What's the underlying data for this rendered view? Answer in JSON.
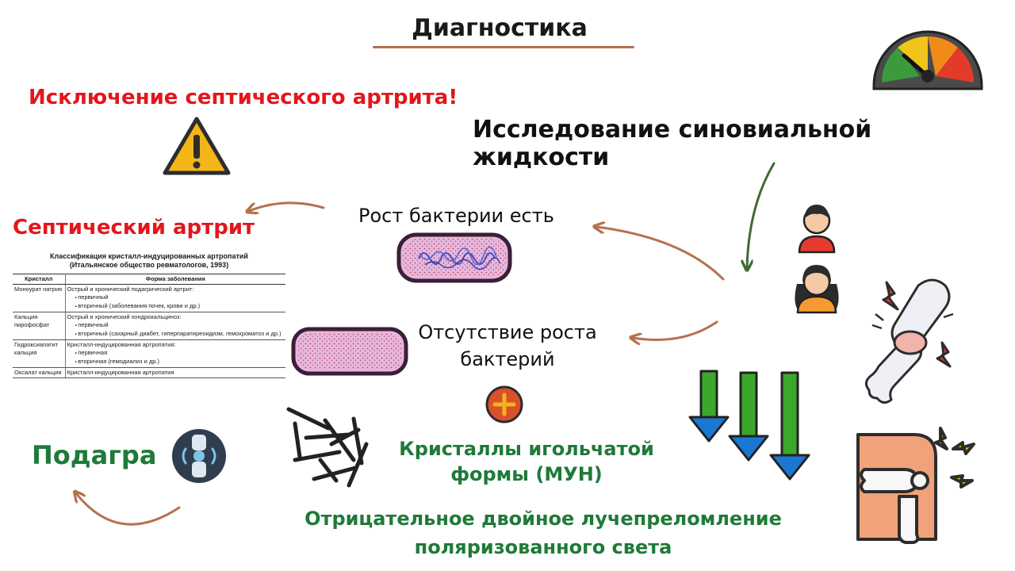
{
  "title": "Диагностика",
  "exclusion_heading": "Исключение септического артрита!",
  "synovial_heading": "Исследование синовиальной жидкости",
  "septic_label": "Септический артрит",
  "growth_present": "Рост бактерии есть",
  "growth_absent_line1": "Отсутствие роста",
  "growth_absent_line2": "бактерий",
  "gout_label": "Подагра",
  "crystals_line1": "Кристаллы игольчатой",
  "crystals_line2": "формы (МУН)",
  "birefringence_line1": "Отрицательное двойное лучепреломление",
  "birefringence_line2": "поляризованного света",
  "classification": {
    "title_line1": "Классификация кристалл-индуцированных артропатий",
    "title_line2": "(Итальянское общество ревматологов, 1993)",
    "col_crystal": "Кристалл",
    "col_form": "Форма заболевания",
    "rows": [
      {
        "crystal": "Моноурат натрия",
        "form": "Острый и хронический подагрический артрит:",
        "sub": [
          "первичный",
          "вторичный (заболевания почек, крови и др.)"
        ]
      },
      {
        "crystal": "Кальция пирофосфат",
        "form": "Острый и хронический хондрокальциноз:",
        "sub": [
          "первичный",
          "вторичный (сахарный диабет, гиперпаратиреоидизм, гемохроматоз и др.)"
        ]
      },
      {
        "crystal": "Гидроксиапатит кальция",
        "form": "Кристалл-индуцированная артропатия:",
        "sub": [
          "первичная",
          "вторичная (гемодиализ и др.)"
        ]
      },
      {
        "crystal": "Оксалат кальция",
        "form": "Кристалл-индуцированная артропатия",
        "sub": []
      }
    ]
  },
  "icons": {
    "gauge": "gauge-icon",
    "warning": "warning-triangle-icon",
    "bacteria_present": "bacterium-with-dna-icon",
    "bacteria_absent": "bacterium-empty-icon",
    "plus": "plus-circle-icon",
    "needle_crystals": "needle-crystals-icon",
    "joint": "joint-badge-icon",
    "man": "man-avatar-icon",
    "woman": "woman-avatar-icon",
    "inflamed_joint": "inflamed-joint-icon",
    "knee": "knee-pain-icon",
    "down_arrows": "down-arrows-icon"
  },
  "colors": {
    "red_text": "#e3161b",
    "green_text": "#1f7a38",
    "arrow_brown": "#b5714d",
    "arrow_green": "#3f6b32",
    "bacterium_fill": "#e7b6dc",
    "bacterium_outline": "#3a1f36",
    "down_arrow_green": "#3aa82b",
    "down_arrow_blue": "#1a78d2"
  }
}
